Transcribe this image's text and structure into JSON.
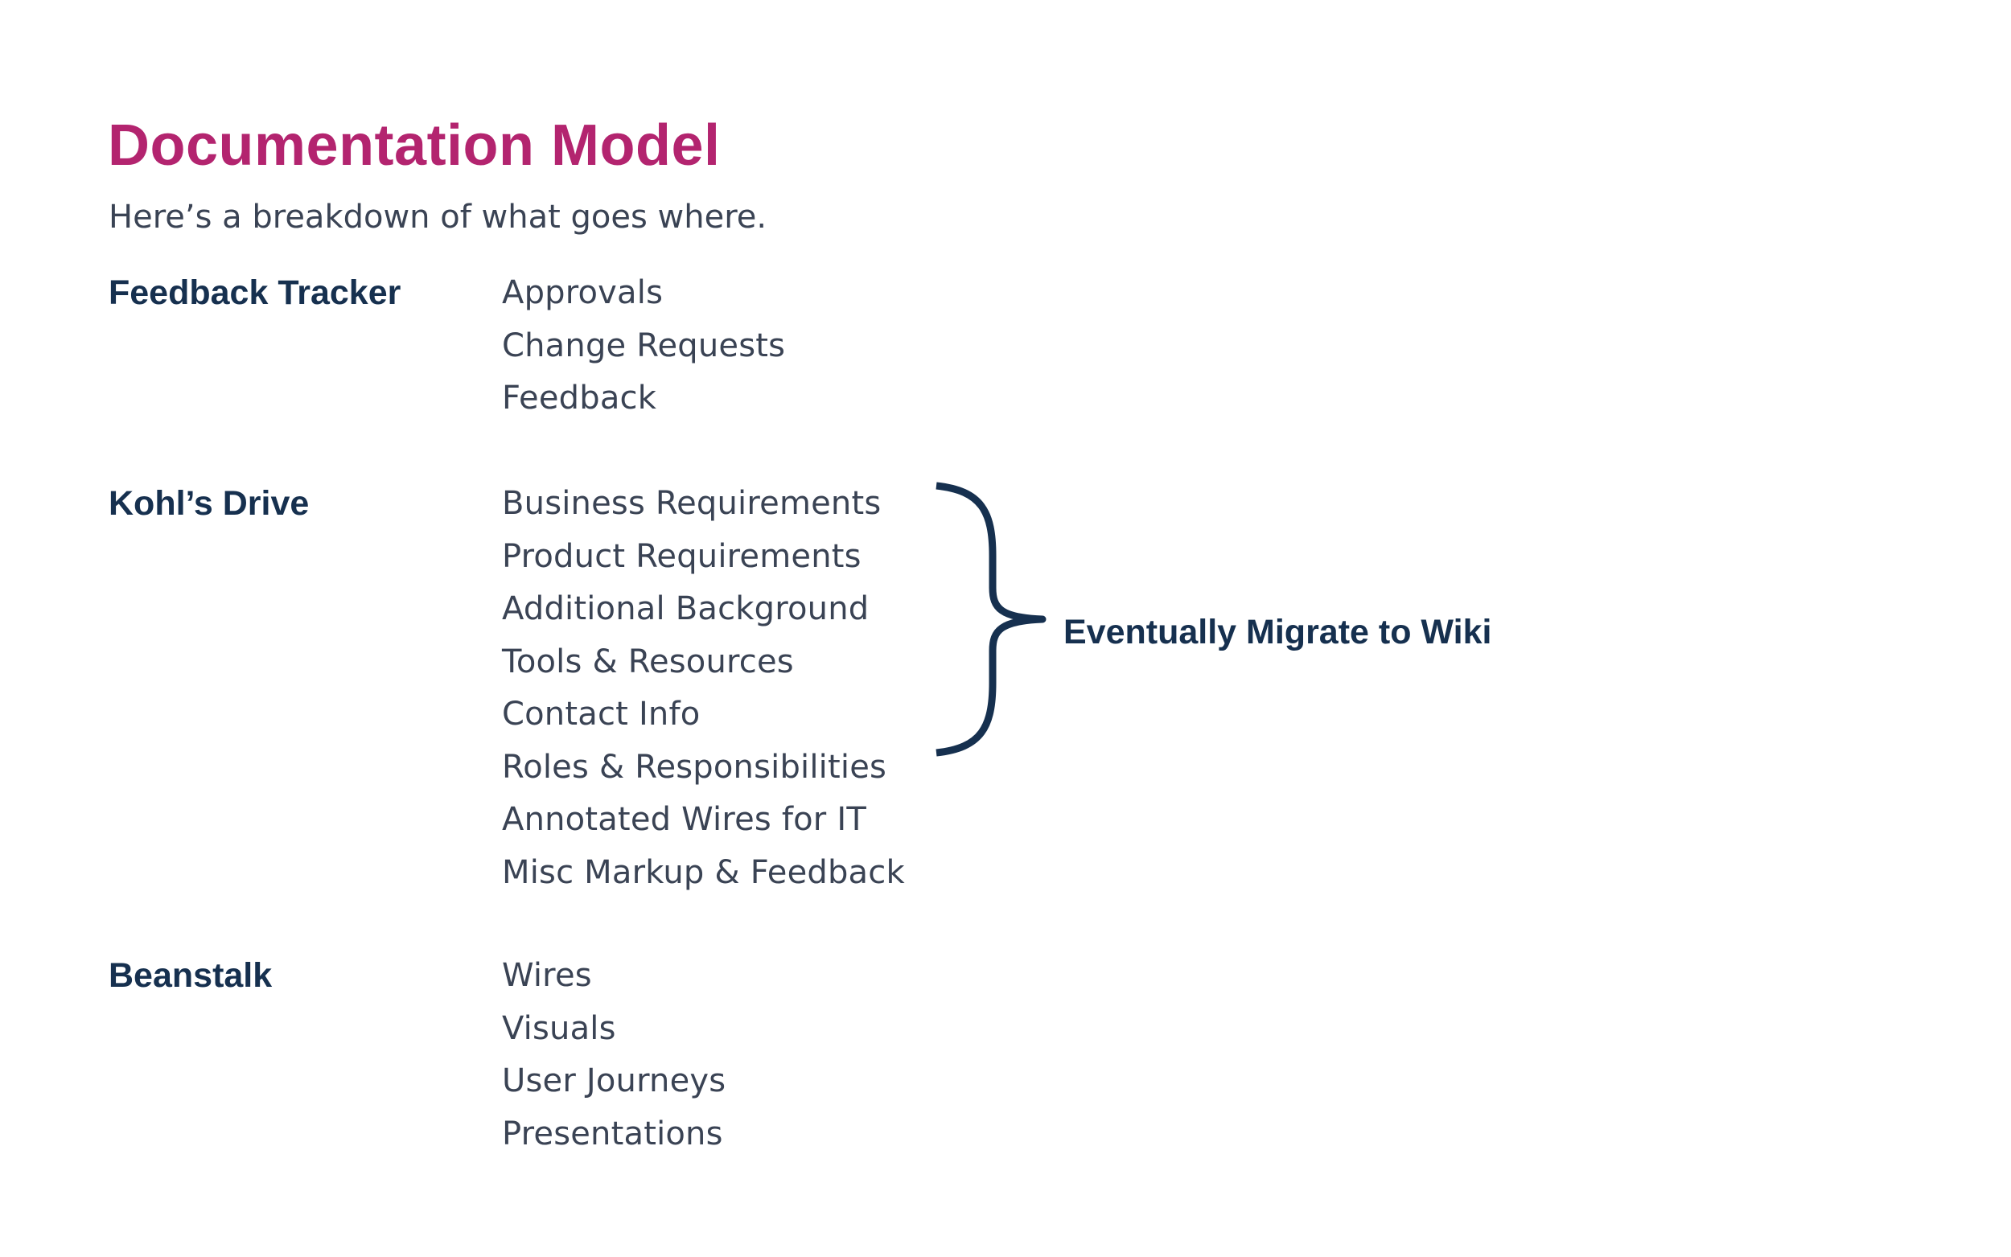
{
  "page": {
    "title": "Documentation Model",
    "subtitle": "Here’s a breakdown of what goes where."
  },
  "colors": {
    "title": "#b3246f",
    "heading": "#16304f",
    "body_text": "#3a4354",
    "background": "#ffffff"
  },
  "sections": [
    {
      "label": "Feedback Tracker",
      "items": [
        "Approvals",
        "Change Requests",
        "Feedback"
      ]
    },
    {
      "label": "Kohl’s Drive",
      "items": [
        "Business Requirements",
        "Product Requirements",
        "Additional Background",
        "Tools & Resources",
        "Contact Info",
        "Roles & Responsibilities",
        "Annotated Wires for IT",
        "Misc Markup & Feedback"
      ]
    },
    {
      "label": "Beanstalk",
      "items": [
        "Wires",
        "Visuals",
        "User Journeys",
        "Presentations"
      ]
    }
  ],
  "annotation": {
    "icon": "curly-brace",
    "text": "Eventually Migrate to Wiki"
  }
}
